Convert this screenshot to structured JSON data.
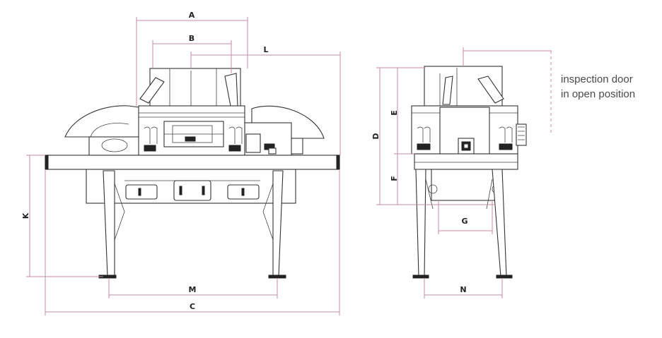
{
  "diagram": {
    "front_view": {
      "dimensions": {
        "A": "A",
        "B": "B",
        "L": "L",
        "K": "K",
        "M": "M",
        "C": "C"
      }
    },
    "side_view": {
      "dimensions": {
        "D": "D",
        "E": "E",
        "F": "F",
        "G": "G",
        "N": "N"
      }
    },
    "note": {
      "line1": "inspection door",
      "line2": "in open position"
    },
    "colors": {
      "dimension_lines": "#c98aa6",
      "machine_lines": "#333333",
      "note_text": "#4a4a4a"
    }
  }
}
